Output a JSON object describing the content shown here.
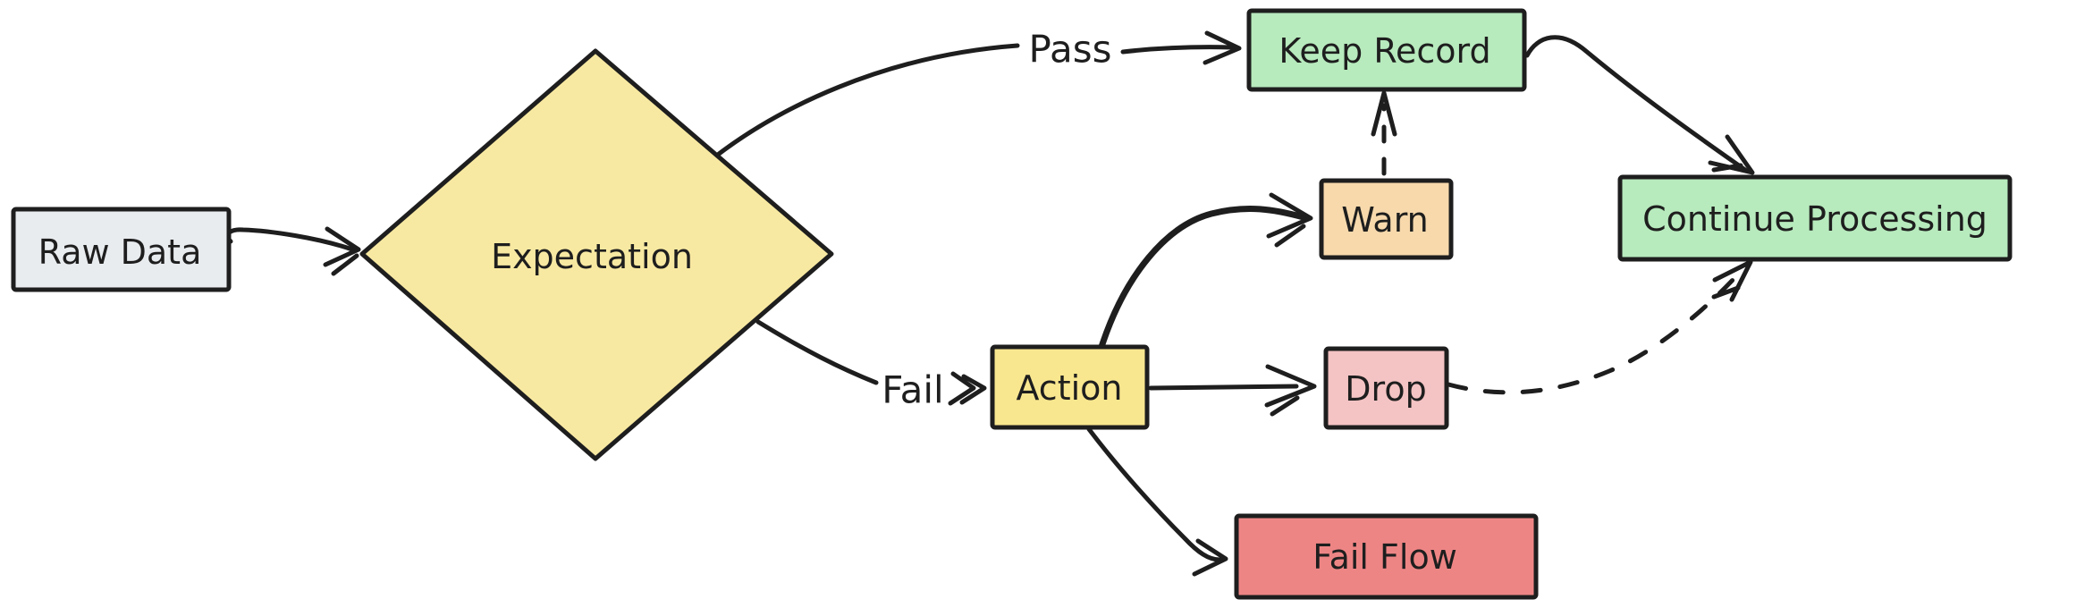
{
  "diagram_type": "flowchart",
  "colors": {
    "background": "#ffffff",
    "ink": "#1e1e1e"
  },
  "nodes": {
    "raw_data": {
      "label": "Raw Data",
      "shape": "rectangle",
      "fill": "#e9ecef"
    },
    "expectation": {
      "label": "Expectation",
      "shape": "diamond",
      "fill": "#f8e9a2"
    },
    "keep_record": {
      "label": "Keep Record",
      "shape": "rectangle",
      "fill": "#b7eabd"
    },
    "warn": {
      "label": "Warn",
      "shape": "rectangle",
      "fill": "#f7d9ac"
    },
    "action": {
      "label": "Action",
      "shape": "rectangle",
      "fill": "#f9e78f"
    },
    "drop": {
      "label": "Drop",
      "shape": "rectangle",
      "fill": "#f4c3c3"
    },
    "fail_flow": {
      "label": "Fail Flow",
      "shape": "rectangle",
      "fill": "#ee8585"
    },
    "continue_processing": {
      "label": "Continue Processing",
      "shape": "rectangle",
      "fill": "#b7eabd"
    }
  },
  "edges": [
    {
      "from": "raw_data",
      "to": "expectation",
      "style": "solid",
      "label": ""
    },
    {
      "from": "expectation",
      "to": "keep_record",
      "style": "solid",
      "label": "Pass"
    },
    {
      "from": "expectation",
      "to": "action",
      "style": "solid",
      "label": "Fail"
    },
    {
      "from": "action",
      "to": "warn",
      "style": "solid",
      "label": ""
    },
    {
      "from": "action",
      "to": "drop",
      "style": "solid",
      "label": ""
    },
    {
      "from": "action",
      "to": "fail_flow",
      "style": "solid",
      "label": ""
    },
    {
      "from": "warn",
      "to": "keep_record",
      "style": "dashed",
      "label": ""
    },
    {
      "from": "keep_record",
      "to": "continue_processing",
      "style": "solid",
      "label": ""
    },
    {
      "from": "drop",
      "to": "continue_processing",
      "style": "dashed",
      "label": ""
    }
  ]
}
